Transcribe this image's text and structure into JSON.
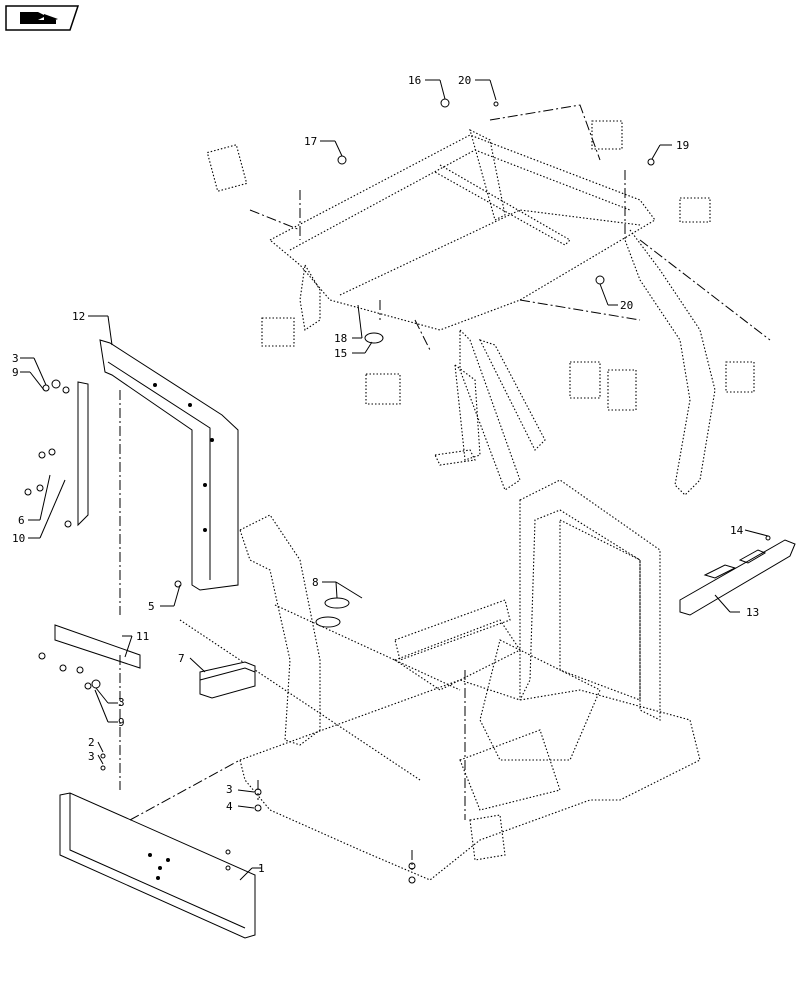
{
  "icons": {
    "nav_icon": "book-arrow-icon"
  },
  "callouts": [
    {
      "id": "c1",
      "label": "1"
    },
    {
      "id": "c2",
      "label": "2"
    },
    {
      "id": "c3a",
      "label": "3"
    },
    {
      "id": "c3b",
      "label": "3"
    },
    {
      "id": "c3c",
      "label": "3"
    },
    {
      "id": "c3d",
      "label": "3"
    },
    {
      "id": "c4",
      "label": "4"
    },
    {
      "id": "c5",
      "label": "5"
    },
    {
      "id": "c6",
      "label": "6"
    },
    {
      "id": "c7",
      "label": "7"
    },
    {
      "id": "c8",
      "label": "8"
    },
    {
      "id": "c9a",
      "label": "9"
    },
    {
      "id": "c9b",
      "label": "9"
    },
    {
      "id": "c10",
      "label": "10"
    },
    {
      "id": "c11",
      "label": "11"
    },
    {
      "id": "c12",
      "label": "12"
    },
    {
      "id": "c13",
      "label": "13"
    },
    {
      "id": "c14",
      "label": "14"
    },
    {
      "id": "c15",
      "label": "15"
    },
    {
      "id": "c16",
      "label": "16"
    },
    {
      "id": "c17",
      "label": "17"
    },
    {
      "id": "c18",
      "label": "18"
    },
    {
      "id": "c19",
      "label": "19"
    },
    {
      "id": "c20a",
      "label": "20"
    },
    {
      "id": "c20b",
      "label": "20"
    }
  ]
}
